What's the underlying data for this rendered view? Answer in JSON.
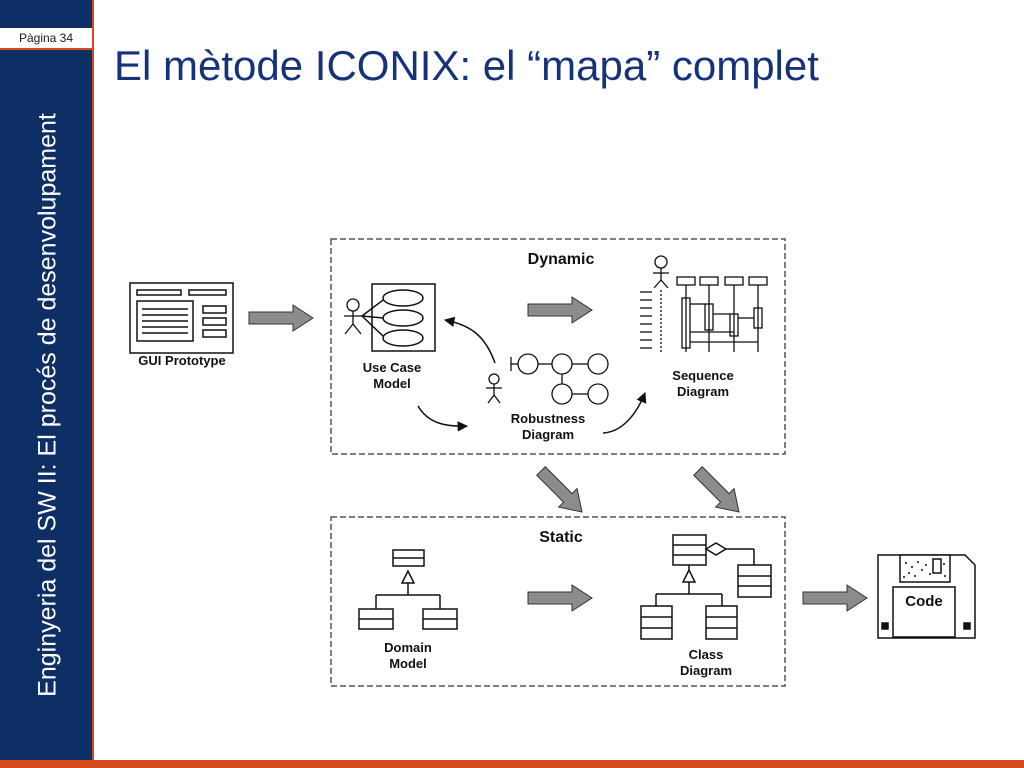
{
  "slide": {
    "page_label": "Pàgina 34",
    "vertical_title": "Enginyeria del SW II: El procés de desenvolupament",
    "title": "El mètode ICONIX: el “mapa” complet"
  },
  "diagram": {
    "dynamic_label": "Dynamic",
    "static_label": "Static",
    "gui_prototype": "GUI Prototype",
    "use_case_model": [
      "Use Case",
      "Model"
    ],
    "robustness_diagram": [
      "Robustness",
      "Diagram"
    ],
    "sequence_diagram": [
      "Sequence",
      "Diagram"
    ],
    "domain_model": [
      "Domain",
      "Model"
    ],
    "class_diagram": [
      "Class",
      "Diagram"
    ],
    "code": "Code"
  },
  "colors": {
    "sidebar": "#0d2f66",
    "accent": "#d44a1c",
    "title": "#16327a",
    "arrow_fill": "#8c8c8c"
  }
}
